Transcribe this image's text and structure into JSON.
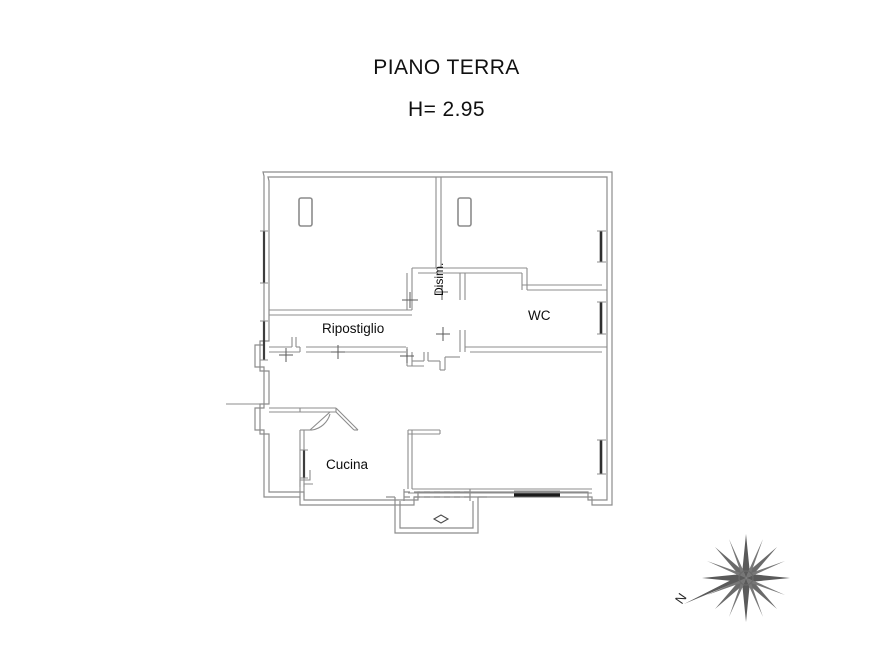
{
  "drawing": {
    "title": "PIANO TERRA",
    "height_note": "H= 2.95",
    "sheet_background": "#ffffff",
    "line_color": "#8c8c8c",
    "line_color_dark": "#1a1a1a",
    "text_color": "#0d0d0d"
  },
  "rooms": [
    {
      "id": "ripostiglio",
      "label": "Ripostiglio"
    },
    {
      "id": "disimpegno",
      "label": "Disim."
    },
    {
      "id": "wc",
      "label": "WC"
    },
    {
      "id": "cucina",
      "label": "Cucina"
    }
  ],
  "compass": {
    "label": "N",
    "icon": "compass-rose-star"
  },
  "annotations": {
    "balcony_marker": "diamond-marker",
    "pillar_marker": "column-rectangle"
  }
}
